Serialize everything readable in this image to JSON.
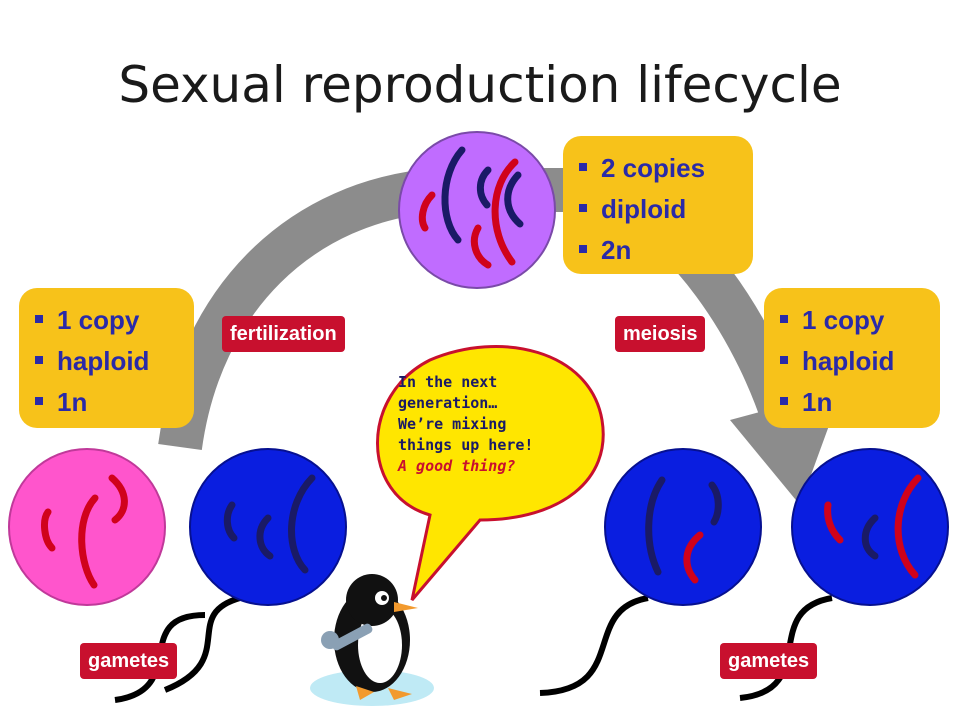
{
  "title": "Sexual reproduction lifecycle",
  "boxes": {
    "top": [
      "2 copies",
      "diploid",
      "2n"
    ],
    "left": [
      "1 copy",
      "haploid",
      "1n"
    ],
    "right": [
      "1 copy",
      "haploid",
      "1n"
    ]
  },
  "labels": {
    "fertilization": "fertilization",
    "meiosis": "meiosis",
    "gametes_left": "gametes",
    "gametes_right": "gametes"
  },
  "speech": {
    "line1": "In the next",
    "line2": "generation…",
    "line3": "We’re mixing",
    "line4": "things up here!",
    "line5": "A good thing?"
  },
  "colors": {
    "diploid_cell": "#c06cff",
    "pink_gamete": "#ff55cc",
    "blue_gamete": "#0a1ee0",
    "chromosome_red": "#d0021b",
    "chromosome_navy": "#1a1a66",
    "box_yellow": "#f7c21a",
    "label_red": "#c8102e",
    "arrow_gray": "#8c8c8c"
  },
  "icons": {
    "mascot": "penguin-with-wrench-icon"
  }
}
